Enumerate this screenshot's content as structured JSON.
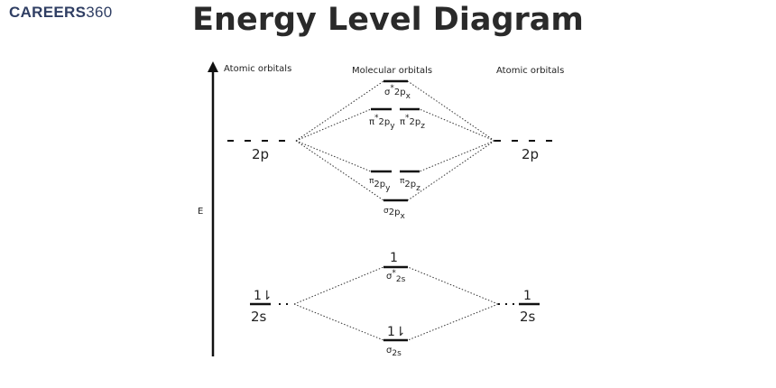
{
  "brand": {
    "name": "CAREERS",
    "number": "360"
  },
  "title": "Energy Level Diagram",
  "axis": {
    "label": "E"
  },
  "headers": {
    "left": "Atomic orbitals",
    "center": "Molecular orbitals",
    "right": "Atomic orbitals"
  },
  "atomic": {
    "left_2p": "2p",
    "right_2p": "2p",
    "left_2s": "2s",
    "right_2s": "2s",
    "left_2s_electrons": "1⇂",
    "right_2s_electrons": "1"
  },
  "molecular": {
    "sigma_star_2px": {
      "main": "σ",
      "star": "*",
      "mid": "2p",
      "sub": "x"
    },
    "pi_star_2py": {
      "main": "π",
      "star": "*",
      "mid": "2p",
      "sub": "y"
    },
    "pi_star_2pz": {
      "main": "π",
      "star": "*",
      "mid": "2p",
      "sub": "z"
    },
    "pi_2py": {
      "main": "π",
      "mid": "2p",
      "sub": "y"
    },
    "pi_2pz": {
      "main": "π",
      "mid": "2p",
      "sub": "z"
    },
    "sigma_2px": {
      "main": "σ",
      "mid": "2p",
      "sub": "x"
    },
    "sigma_star_2s": {
      "main": "σ",
      "star": "*",
      "sub": "2s",
      "electrons": "1"
    },
    "sigma_2s": {
      "main": "σ",
      "sub": "2s",
      "electrons": "1⇂"
    }
  }
}
